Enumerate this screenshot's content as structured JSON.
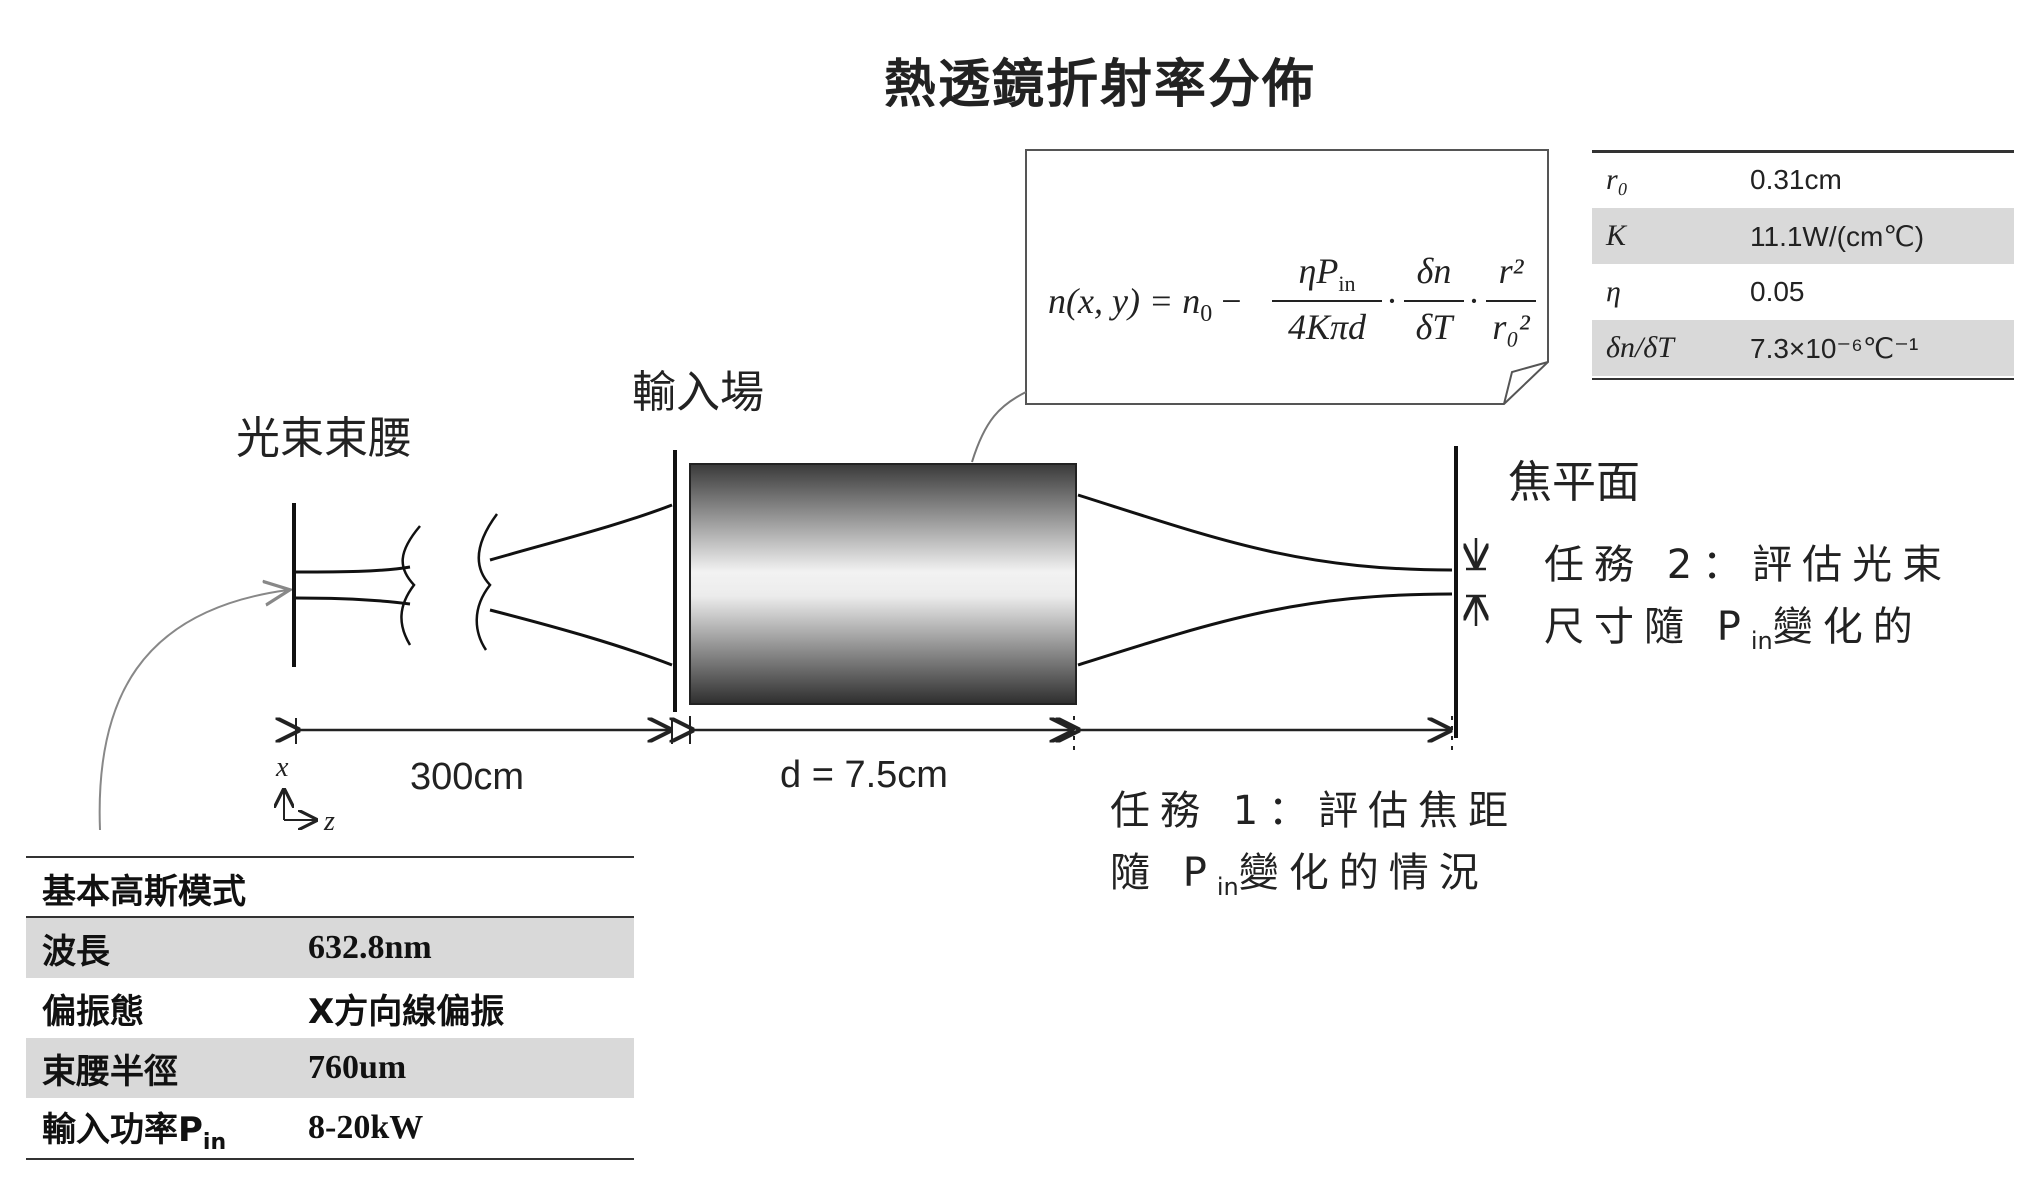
{
  "title": "熱透鏡折射率分佈",
  "labels": {
    "beam_waist": "光束束腰",
    "input_field": "輸入場",
    "focal_plane": "焦平面"
  },
  "task2": {
    "line1": "任務 2：評估光束",
    "line2_pre": "尺寸隨 P",
    "line2_sub": "in",
    "line2_post": "變化的"
  },
  "task1": {
    "line1": "任務 1：評估焦距",
    "line2_pre": "隨 P",
    "line2_sub": "in",
    "line2_post": "變化的情況"
  },
  "dimensions": {
    "propagation": "300cm",
    "crystal_d": "d = 7.5cm"
  },
  "axes": {
    "x": "x",
    "z": "z"
  },
  "formula": {
    "lhs": "n(x, y) = n",
    "lhs_sub": "0",
    "num1": "ηP",
    "num1_sub": "in",
    "den1": "4Kπd",
    "num2": "δn",
    "den2": "δT",
    "num3": "r²",
    "den3": "r₀²"
  },
  "param_table": [
    {
      "key": "r₀",
      "value": "0.31cm"
    },
    {
      "key": "K",
      "value": "11.1W/(cm℃)"
    },
    {
      "key": "η",
      "value": "0.05"
    },
    {
      "key": "δn/δT",
      "value": "7.3×10⁻⁶℃⁻¹"
    }
  ],
  "gauss_table": {
    "header": "基本高斯模式",
    "rows": [
      {
        "key": "波長",
        "value": "632.8nm"
      },
      {
        "key": "偏振態",
        "value": "X方向線偏振"
      },
      {
        "key": "束腰半徑",
        "value": "760um"
      },
      {
        "key": "輸入功率P",
        "key_sub": "in",
        "value": "8-20kW"
      }
    ]
  }
}
